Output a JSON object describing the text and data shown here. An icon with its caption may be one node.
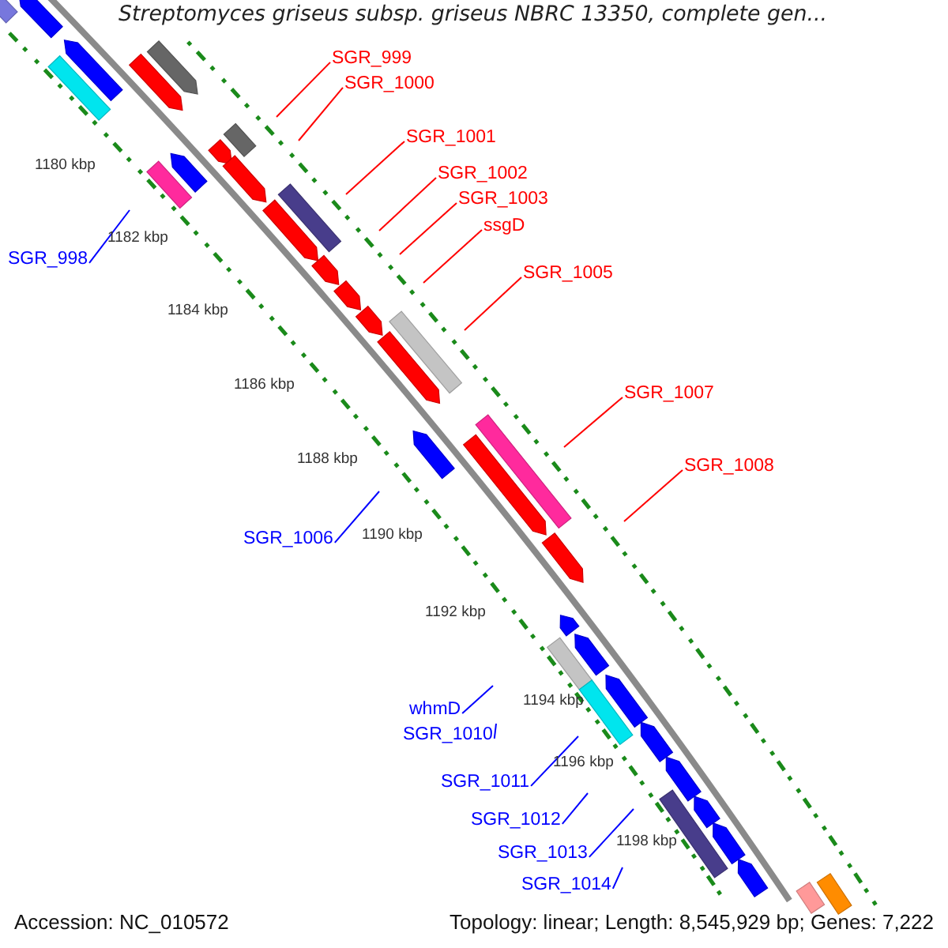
{
  "diagram": {
    "title": "Streptomyces griseus subsp. griseus NBRC 13350, complete gen...",
    "nodes": [
      {
        "text": [
          "SGR_999"
        ]
      },
      {
        "text": [
          "SGR_1000"
        ]
      },
      {
        "text": [
          "SGR_1001"
        ]
      },
      {
        "text": [
          "SGR_1002"
        ]
      },
      {
        "text": [
          "SGR_1003"
        ]
      },
      {
        "text": [
          "ssgD"
        ]
      },
      {
        "text": [
          "SGR_998"
        ]
      },
      {
        "text": [
          "SGR_1005"
        ]
      },
      {
        "text": [
          "SGR_1007"
        ]
      },
      {
        "text": [
          "SGR_1008"
        ]
      },
      {
        "text": [
          "SGR_1006"
        ]
      },
      {
        "text": [
          "whmD"
        ]
      },
      {
        "text": [
          "SGR_1010"
        ]
      },
      {
        "text": [
          "SGR_1011"
        ]
      },
      {
        "text": [
          "SGR_1012"
        ]
      },
      {
        "text": [
          "SGR_1013"
        ]
      },
      {
        "text": [
          "SGR_1014"
        ]
      }
    ],
    "edges": [
      {
        "from": 0,
        "to": null,
        "arrow": "none"
      },
      {
        "from": 1,
        "to": null,
        "arrow": "none"
      },
      {
        "from": 2,
        "to": null,
        "arrow": "none"
      },
      {
        "from": 3,
        "to": null,
        "arrow": "none"
      },
      {
        "from": 4,
        "to": null,
        "arrow": "none"
      },
      {
        "from": 5,
        "to": null,
        "arrow": "none"
      },
      {
        "from": 6,
        "to": null,
        "arrow": "none",
        "color": "#0000ff"
      },
      {
        "from": 7,
        "to": null,
        "arrow": "none"
      },
      {
        "from": 8,
        "to": null,
        "arrow": "none"
      },
      {
        "from": 9,
        "to": null,
        "arrow": "none"
      },
      {
        "from": 10,
        "to": null,
        "arrow": "none",
        "color": "#0000ff"
      },
      {
        "from": 11,
        "to": null,
        "arrow": "none",
        "color": "#0000ff"
      },
      {
        "from": 12,
        "to": null,
        "arrow": "none",
        "color": "#0000ff"
      },
      {
        "from": 13,
        "to": null,
        "arrow": "none",
        "color": "#0000ff"
      },
      {
        "from": 14,
        "to": null,
        "arrow": "none",
        "color": "#0000ff"
      },
      {
        "from": 15,
        "to": null,
        "arrow": "none",
        "color": "#0000ff"
      },
      {
        "from": 16,
        "to": null,
        "arrow": "none",
        "color": "#0000ff"
      }
    ],
    "labels": [
      "1180 kbp",
      "1182 kbp",
      "1184 kbp",
      "1186 kbp",
      "1188 kbp",
      "1190 kbp",
      "1192 kbp",
      "1194 kbp",
      "1196 kbp",
      "1198 kbp",
      "Accession: NC_010572",
      "Topology: linear; Length: 8,545,929 bp; Genes: 7,222"
    ]
  }
}
